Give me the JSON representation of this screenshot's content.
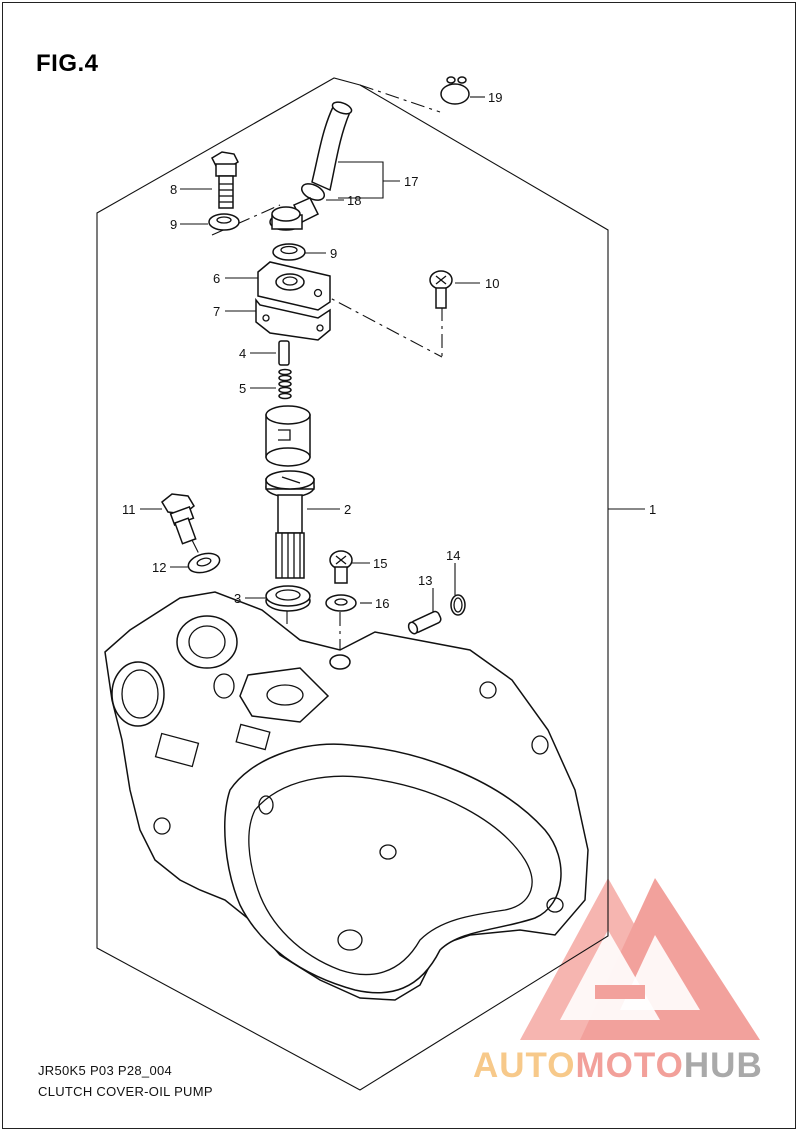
{
  "figure": {
    "title": "FIG.4",
    "code": "JR50K5 P03 P28_004",
    "caption": "CLUTCH COVER-OIL PUMP"
  },
  "callouts": [
    "1",
    "2",
    "3",
    "4",
    "5",
    "6",
    "7",
    "8",
    "9",
    "9",
    "10",
    "11",
    "12",
    "13",
    "14",
    "15",
    "16",
    "17",
    "18",
    "19"
  ],
  "watermark": {
    "part1": "AUTO",
    "part2": "MOTO",
    "part3": "HUB",
    "colors": {
      "auto": "#f7c98a",
      "moto": "#f2a09a",
      "hub": "#a9a9a9",
      "triangle": "#f08a84"
    }
  }
}
